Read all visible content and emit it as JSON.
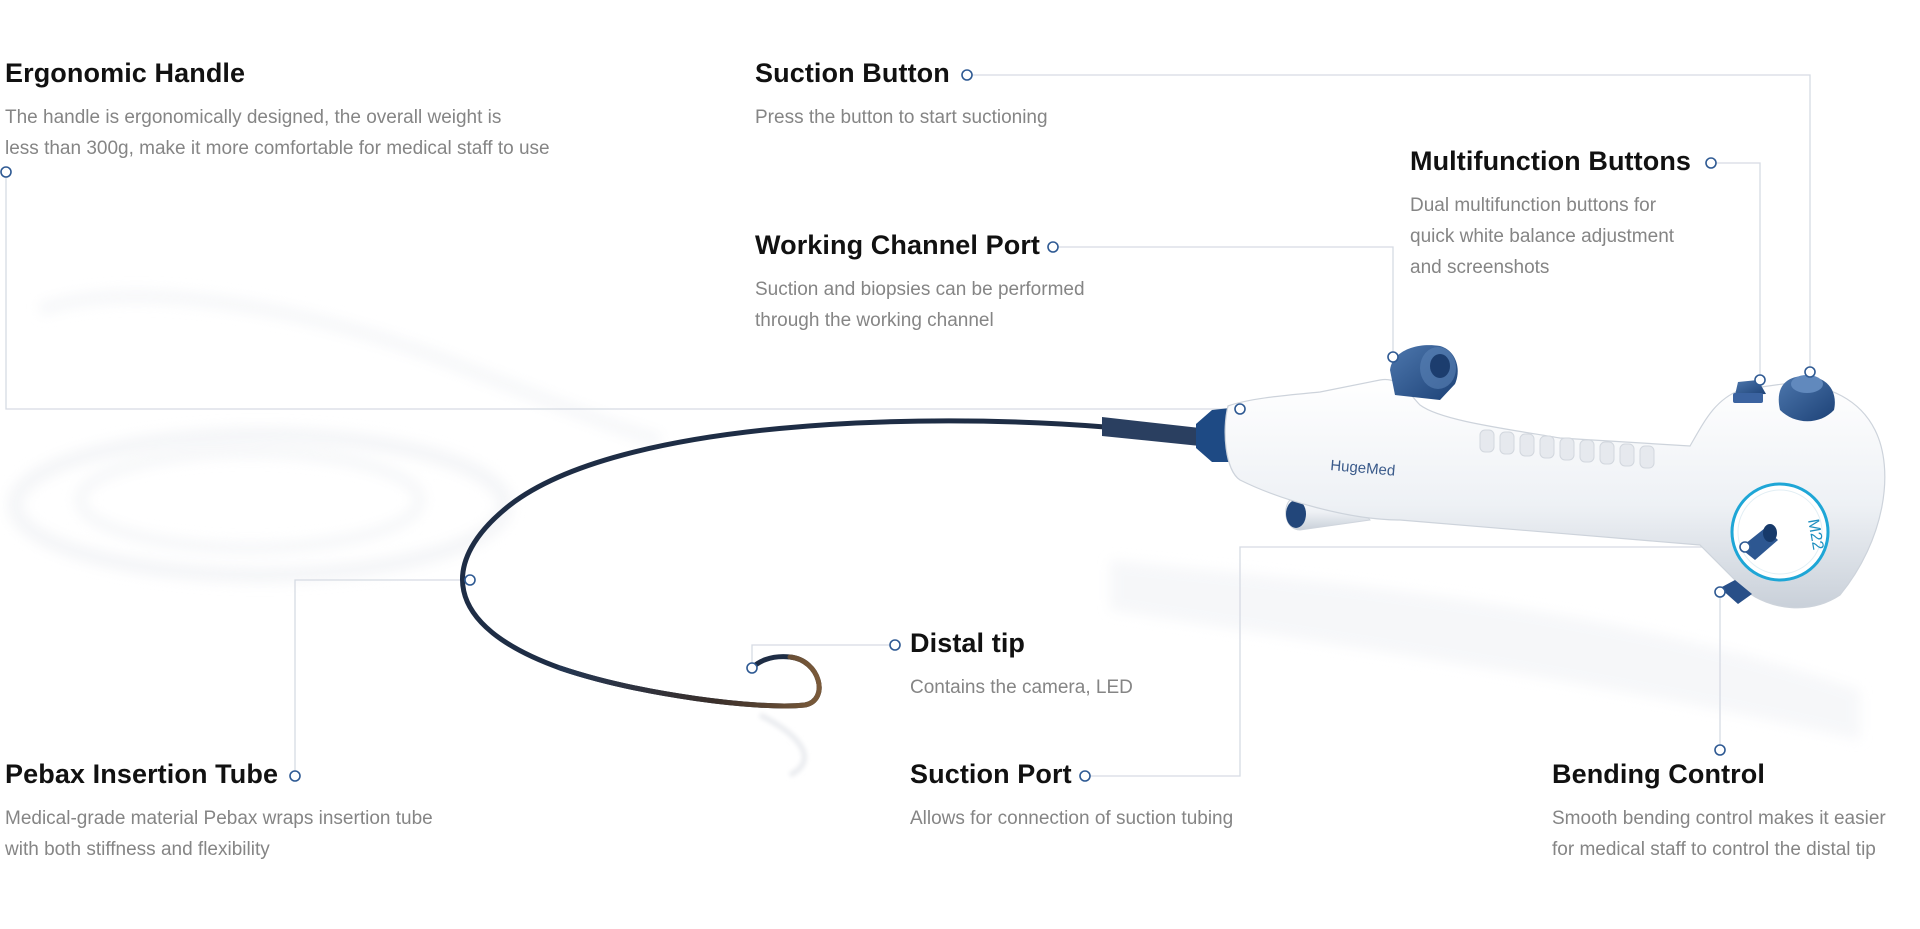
{
  "features": {
    "ergonomic_handle": {
      "title": "Ergonomic Handle",
      "desc": [
        "The handle is ergonomically designed,  the overall weight is",
        "less than 300g, make it more comfortable for medical staff to use"
      ]
    },
    "suction_button": {
      "title": "Suction Button",
      "desc": [
        "Press the button to start suctioning"
      ]
    },
    "multifunction_buttons": {
      "title": "Multifunction Buttons",
      "desc": [
        "Dual multifunction buttons for",
        "quick white balance adjustment",
        "and screenshots"
      ]
    },
    "working_channel_port": {
      "title": "Working Channel Port",
      "desc": [
        "Suction and biopsies can be performed",
        "through the working channel"
      ]
    },
    "distal_tip": {
      "title": "Distal tip",
      "desc": [
        "Contains the camera, LED"
      ]
    },
    "pebax_insertion_tube": {
      "title": "Pebax Insertion Tube",
      "desc": [
        "Medical-grade material Pebax wraps insertion tube",
        "with both stiffness and flexibility"
      ]
    },
    "suction_port": {
      "title": "Suction Port",
      "desc": [
        "Allows for connection of suction tubing"
      ]
    },
    "bending_control": {
      "title": "Bending Control",
      "desc": [
        "Smooth bending control makes it easier",
        "for medical staff to control the distal tip"
      ]
    }
  },
  "device": {
    "brand": "HugeMed",
    "model": "M22"
  },
  "colors": {
    "title": "#111111",
    "description": "#858585",
    "leader_line": "#d6dbe3",
    "leader_dot": "#2f5a93",
    "device_blue": "#23508a",
    "ring_cyan": "#1ea6d6",
    "tube": "#1e2d45"
  }
}
